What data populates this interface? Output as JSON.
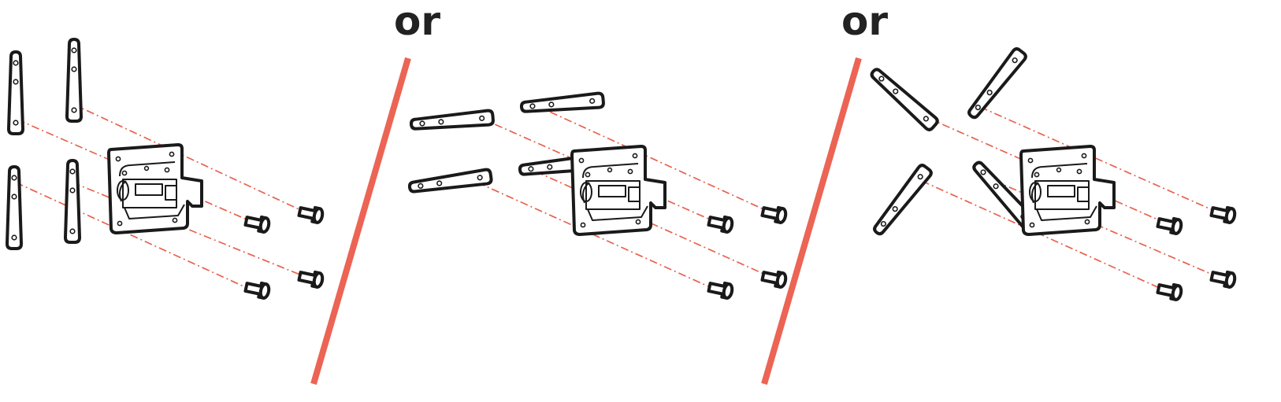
{
  "separator_text": "or",
  "colors": {
    "line": "#1a1a1a",
    "guide": "#e8624f",
    "divider": "#ec6454",
    "text": "#222222"
  },
  "options": [
    {
      "arrangement": "vertical"
    },
    {
      "arrangement": "horizontal"
    },
    {
      "arrangement": "diagonal"
    }
  ]
}
